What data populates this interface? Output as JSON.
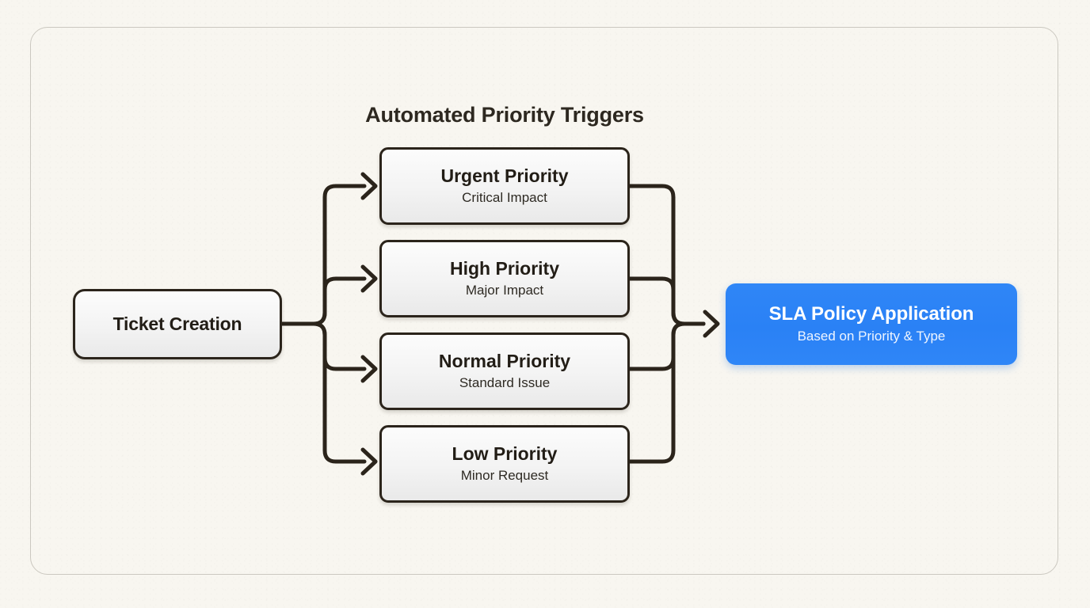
{
  "theme": {
    "page_background": "#f8f6f0",
    "card_border": "#cbc8c0",
    "stroke": "#2b241b",
    "node_fill": "#f3f3f3",
    "node_border": "#2b241b",
    "accent": "#2a81f5",
    "accent_text": "#ffffff",
    "title_color": "#2d2820"
  },
  "diagram": {
    "title": "Automated Priority Triggers",
    "type": "flowchart",
    "direction": "left-to-right",
    "start": {
      "id": "ticket-creation",
      "label": "Ticket Creation",
      "sublabel": "",
      "style": "plain"
    },
    "branches": [
      {
        "id": "urgent",
        "label": "Urgent Priority",
        "sublabel": "Critical Impact",
        "style": "plain"
      },
      {
        "id": "high",
        "label": "High Priority",
        "sublabel": "Major Impact",
        "style": "plain"
      },
      {
        "id": "normal",
        "label": "Normal Priority",
        "sublabel": "Standard Issue",
        "style": "plain"
      },
      {
        "id": "low",
        "label": "Low Priority",
        "sublabel": "Minor Request",
        "style": "plain"
      }
    ],
    "end": {
      "id": "sla-policy",
      "label": "SLA Policy Application",
      "sublabel": "Based on Priority & Type",
      "style": "accent"
    },
    "edges": [
      {
        "from": "ticket-creation",
        "to": "urgent",
        "arrow": true
      },
      {
        "from": "ticket-creation",
        "to": "high",
        "arrow": true
      },
      {
        "from": "ticket-creation",
        "to": "normal",
        "arrow": true
      },
      {
        "from": "ticket-creation",
        "to": "low",
        "arrow": true
      },
      {
        "from": "urgent",
        "to": "sla-policy",
        "arrow": false
      },
      {
        "from": "high",
        "to": "sla-policy",
        "arrow": false
      },
      {
        "from": "normal",
        "to": "sla-policy",
        "arrow": false
      },
      {
        "from": "low",
        "to": "sla-policy",
        "arrow": false
      },
      {
        "from": "merge",
        "to": "sla-policy",
        "arrow": true
      }
    ]
  }
}
